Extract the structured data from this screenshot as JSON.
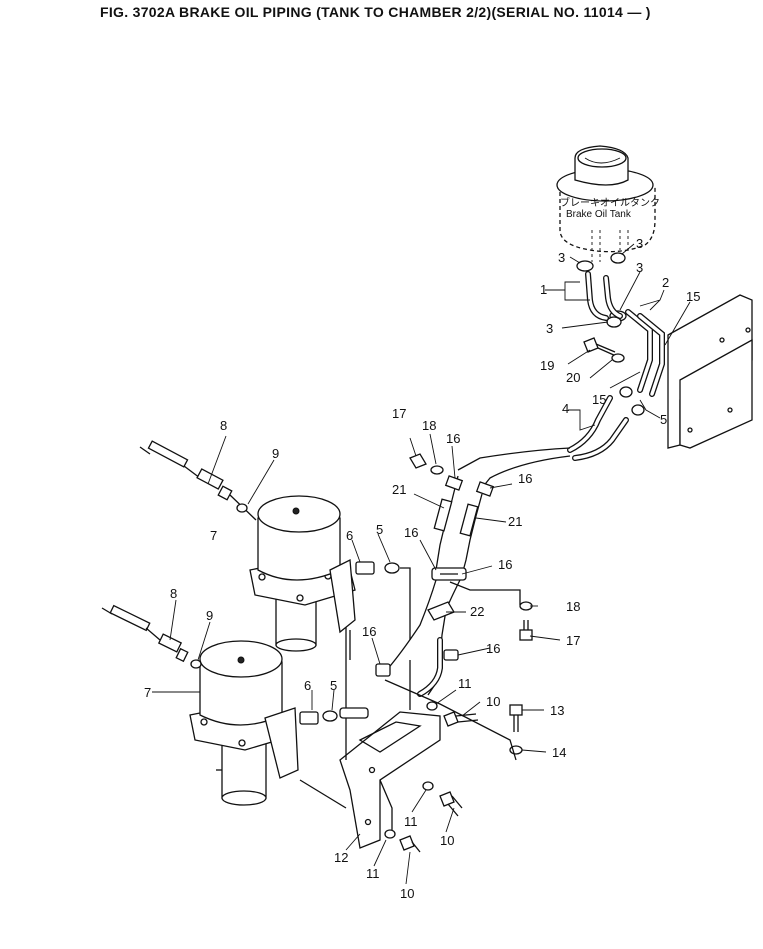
{
  "title": "FIG. 3702A  BRAKE OIL PIPING (TANK TO CHAMBER 2/2)(SERIAL NO. 11014 — )",
  "tank": {
    "label_jp": "ブレーキオイルタンク",
    "label_en": "Brake Oil Tank"
  },
  "callouts": [
    "1",
    "2",
    "3",
    "3",
    "3",
    "3",
    "4",
    "5",
    "5",
    "5",
    "6",
    "6",
    "7",
    "7",
    "8",
    "8",
    "9",
    "9",
    "10",
    "10",
    "10",
    "11",
    "11",
    "11",
    "12",
    "13",
    "14",
    "15",
    "15",
    "16",
    "16",
    "16",
    "16",
    "16",
    "16",
    "17",
    "17",
    "18",
    "18",
    "19",
    "20",
    "21",
    "21",
    "22"
  ]
}
